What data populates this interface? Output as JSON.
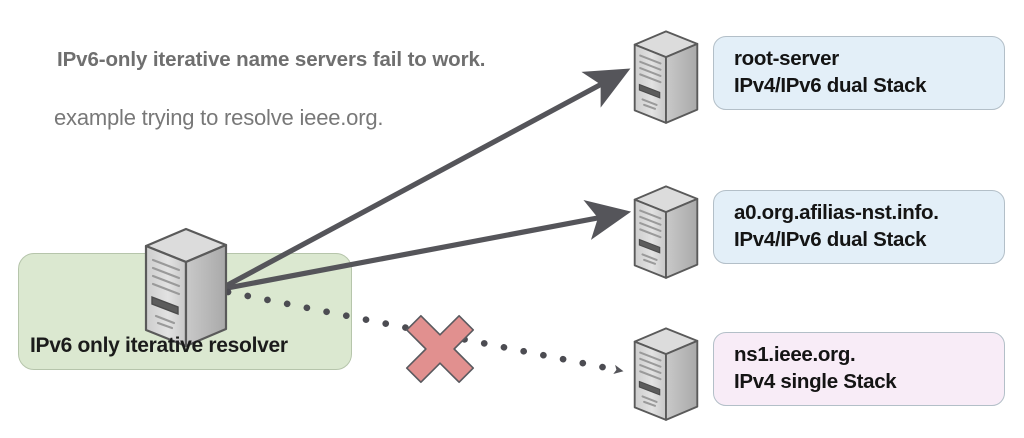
{
  "diagram": {
    "title": "IPv6-only iterative name servers fail to work.",
    "subtitle": "example trying to resolve ieee.org.",
    "resolver": {
      "label": "IPv6 only iterative resolver",
      "icon": "server-tower-icon",
      "box_color": "#dbe8d0",
      "box_border": "#b6c5ab"
    },
    "nodes": [
      {
        "id": "root-server",
        "icon": "server-tower-icon",
        "name": "root-server",
        "stack": "IPv4/IPv6 dual Stack",
        "box_color": "#e3eff8",
        "box_border": "#b3bfc8",
        "connection": "solid-arrow",
        "reachable": true
      },
      {
        "id": "afilias-nst",
        "icon": "server-tower-icon",
        "name": "a0.org.afilias-nst.info.",
        "stack": "IPv4/IPv6 dual Stack",
        "box_color": "#e3eff8",
        "box_border": "#b3bfc8",
        "connection": "solid-arrow",
        "reachable": true
      },
      {
        "id": "ns1-ieee-org",
        "icon": "server-tower-icon",
        "name": "ns1.ieee.org.",
        "stack": "IPv4 single Stack",
        "box_color": "#f8ecf7",
        "box_border": "#b3bfc8",
        "connection": "dotted-arrow",
        "reachable": false
      }
    ],
    "failure_marker": {
      "icon": "red-x-icon",
      "fill": "#e1908f",
      "stroke": "#55555a"
    },
    "line_color": "#55555a"
  }
}
